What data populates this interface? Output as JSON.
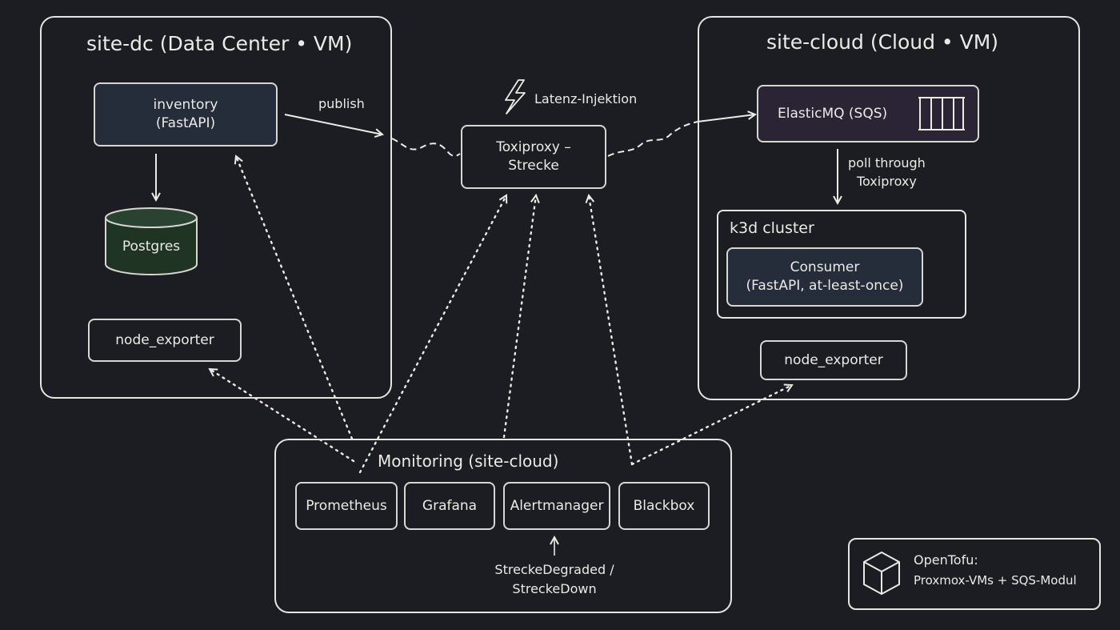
{
  "site_dc": {
    "title": "site-dc (Data Center • VM)",
    "inventory_line1": "inventory",
    "inventory_line2": "(FastAPI)",
    "postgres": "Postgres",
    "node_exporter": "node_exporter"
  },
  "site_cloud": {
    "title": "site-cloud (Cloud • VM)",
    "elasticmq": "ElasticMQ (SQS)",
    "poll_line1": "poll through",
    "poll_line2": "Toxiproxy",
    "k3d_title": "k3d cluster",
    "consumer_line1": "Consumer",
    "consumer_line2": "(FastAPI, at-least-once)",
    "node_exporter": "node_exporter"
  },
  "toxiproxy": {
    "line1": "Toxiproxy –",
    "line2": "Strecke",
    "latency_label": "Latenz-Injektion",
    "publish_label": "publish"
  },
  "monitoring": {
    "title": "Monitoring (site-cloud)",
    "prometheus": "Prometheus",
    "grafana": "Grafana",
    "alertmanager": "Alertmanager",
    "blackbox": "Blackbox",
    "alert_line1": "StreckeDegraded /",
    "alert_line2": "StreckeDown"
  },
  "opentofu": {
    "line1": "OpenTofu:",
    "line2": "Proxmox-VMs + SQS-Modul"
  },
  "colors": {
    "background": "#1b1d22",
    "stroke": "#e6e4de",
    "inventory_fill": "#252c3a",
    "postgres_fill": "#203424",
    "elasticmq_fill": "#2b2434",
    "consumer_fill": "#252c3a"
  }
}
